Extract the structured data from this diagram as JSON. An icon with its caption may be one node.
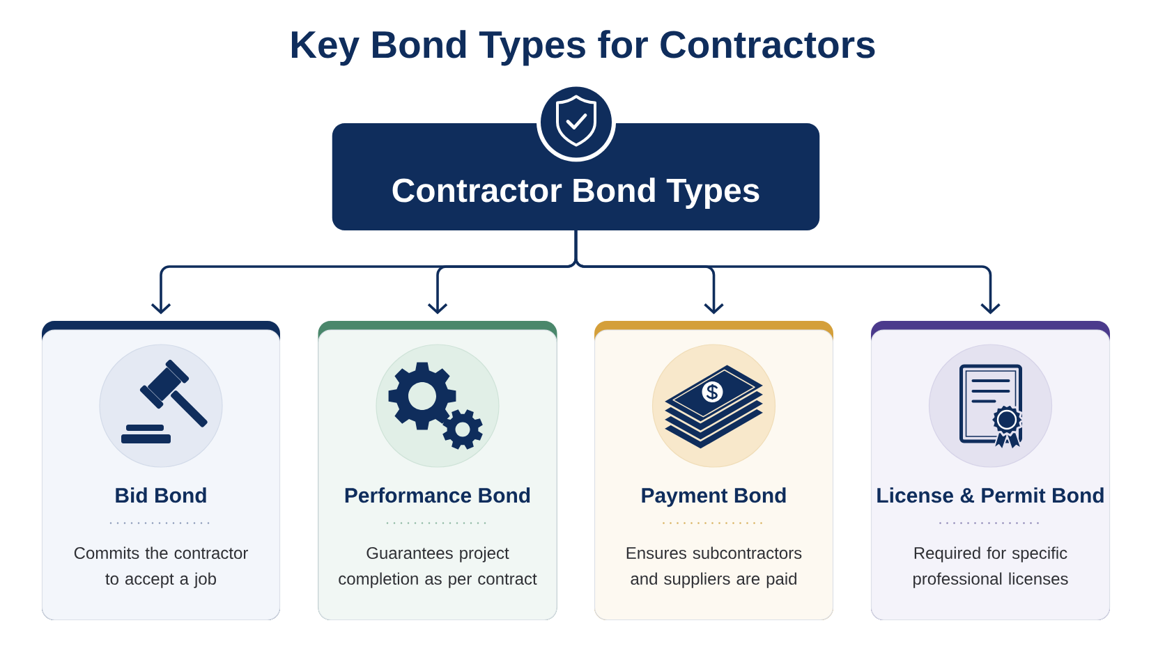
{
  "diagram": {
    "title": "Key Bond Types for Contractors",
    "nodes": [
      {
        "text": [
          "Contractor Bond Types"
        ]
      },
      {
        "text": [
          "Bid Bond",
          "Commits the contractor to accept a job"
        ]
      },
      {
        "text": [
          "Performance Bond",
          "Guarantees project completion as per contract"
        ]
      },
      {
        "text": [
          "Payment Bond",
          "Ensures subcontractors and suppliers are paid"
        ]
      },
      {
        "text": [
          "License & Permit Bond",
          "Required for specific professional licenses"
        ]
      }
    ],
    "edges": [
      {
        "from": 0,
        "to": 1,
        "arrow": "to"
      },
      {
        "from": 0,
        "to": 2,
        "arrow": "to"
      },
      {
        "from": 0,
        "to": 3,
        "arrow": "to"
      },
      {
        "from": 0,
        "to": 4,
        "arrow": "to"
      }
    ]
  }
}
